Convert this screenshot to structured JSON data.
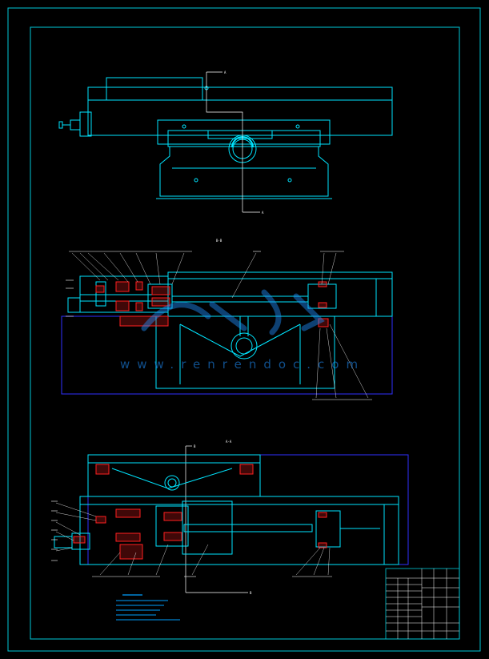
{
  "views": {
    "top": {
      "section_marker": "A"
    },
    "middle": {
      "title": "B-B"
    },
    "bottom": {
      "title": "A-A",
      "section_marker": "B"
    }
  },
  "notes": {
    "lines": [
      "",
      "",
      "",
      "",
      "",
      "",
      ""
    ]
  },
  "watermark": {
    "text": "www.renrendoc.com"
  },
  "colors": {
    "background": "#000000",
    "primary_line": "#00e5ff",
    "frame": "#00c8d8",
    "hatch": "#ff2020",
    "dim": "#3030ff",
    "text": "#ffffff",
    "note_text": "#00a0ff"
  }
}
